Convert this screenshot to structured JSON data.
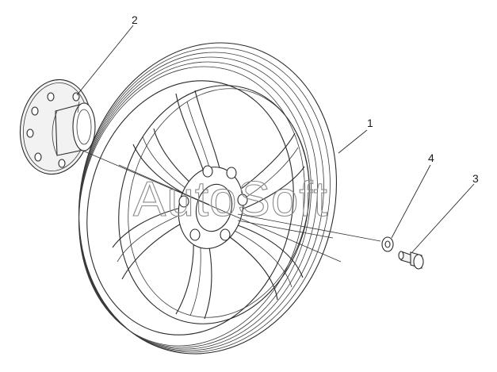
{
  "callouts": {
    "wheel": "1",
    "hub_flange": "2",
    "bolt": "3",
    "washer": "4"
  },
  "watermark": "AutoSoft"
}
